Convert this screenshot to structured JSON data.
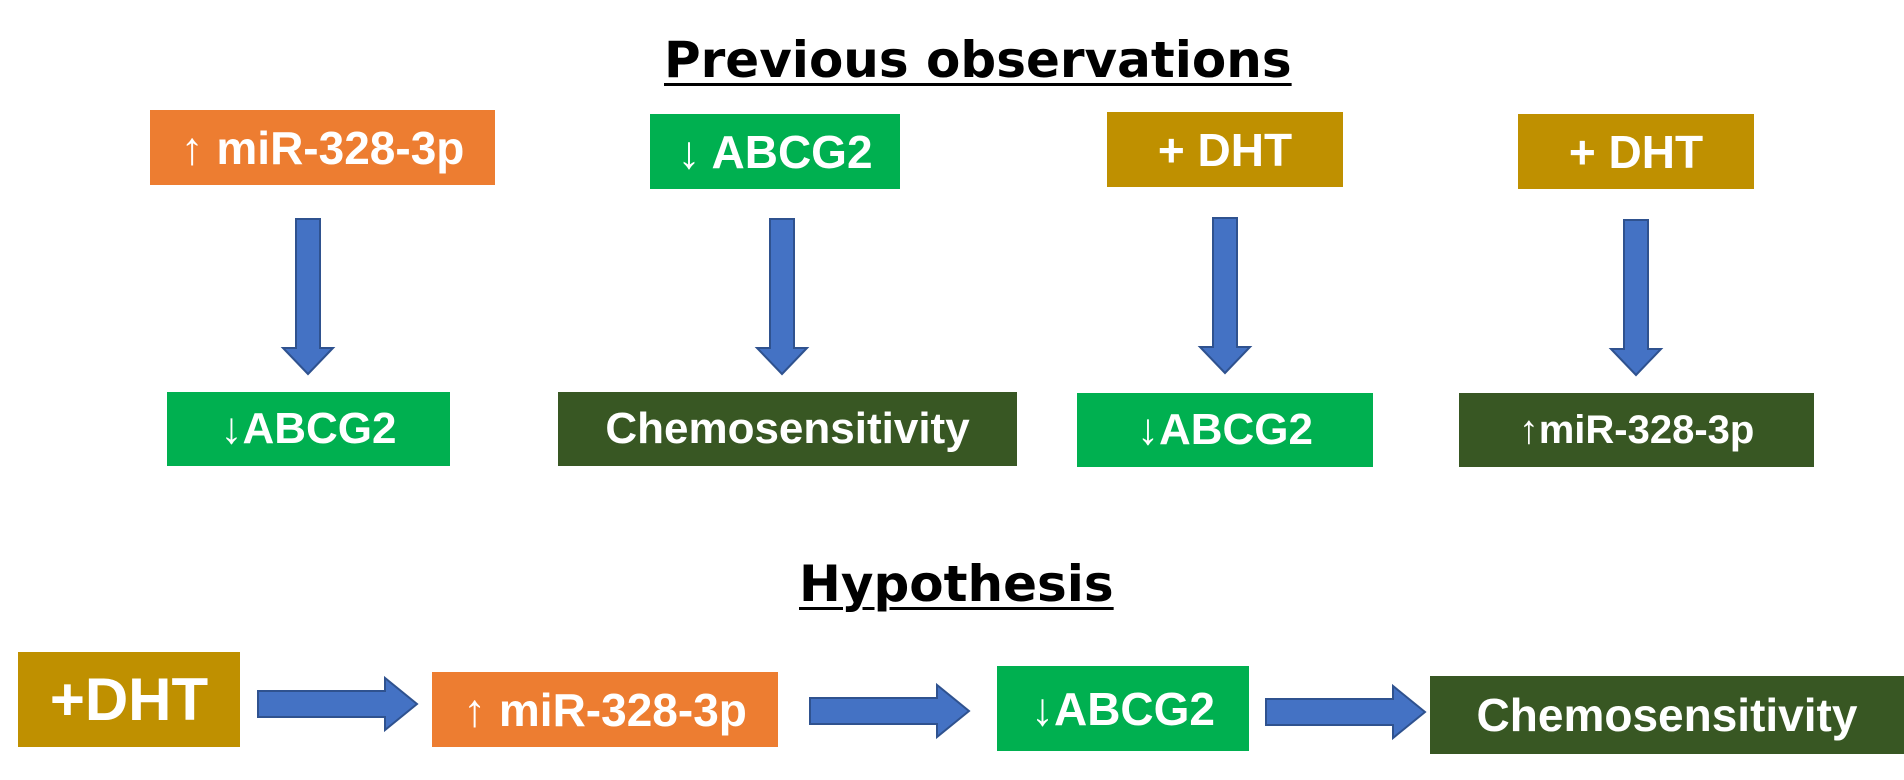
{
  "colors": {
    "orange": "#ed7d31",
    "green": "#00b050",
    "gold": "#bf9000",
    "dark_green": "#385723",
    "arrow_fill": "#4472c4",
    "arrow_stroke": "#2f528f"
  },
  "previous": {
    "heading": "Previous observations",
    "columns": [
      {
        "top": "↑ miR-328-3p",
        "bottom": "↓ABCG2"
      },
      {
        "top": "↓ ABCG2",
        "bottom": "Chemosensitivity"
      },
      {
        "top": "+ DHT",
        "bottom": "↓ABCG2"
      },
      {
        "top": "+ DHT",
        "bottom": "↑miR-328-3p"
      }
    ]
  },
  "hypothesis": {
    "heading": "Hypothesis",
    "steps": [
      "+DHT",
      "↑ miR-328-3p",
      "↓ABCG2",
      "Chemosensitivity"
    ]
  }
}
